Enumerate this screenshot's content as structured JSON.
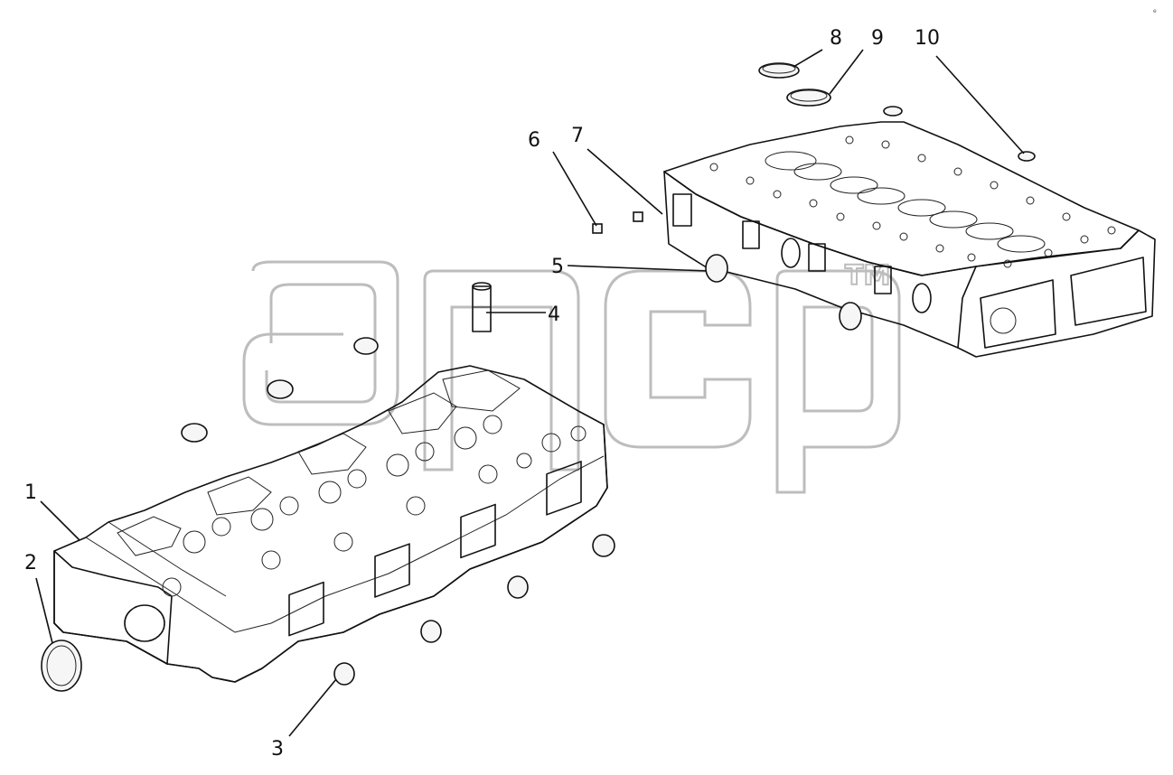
{
  "diagram": {
    "callouts": [
      {
        "id": "1",
        "label": "1"
      },
      {
        "id": "2",
        "label": "2"
      },
      {
        "id": "3",
        "label": "3"
      },
      {
        "id": "4",
        "label": "4"
      },
      {
        "id": "5",
        "label": "5"
      },
      {
        "id": "6",
        "label": "6"
      },
      {
        "id": "7",
        "label": "7"
      },
      {
        "id": "8",
        "label": "8"
      },
      {
        "id": "9",
        "label": "9"
      },
      {
        "id": "10",
        "label": "10"
      }
    ],
    "corner_note": "e"
  },
  "watermark": {
    "trademark": "TM"
  },
  "colors": {
    "line": "#111111",
    "watermark": "#bdbdbd",
    "background": "#ffffff"
  }
}
